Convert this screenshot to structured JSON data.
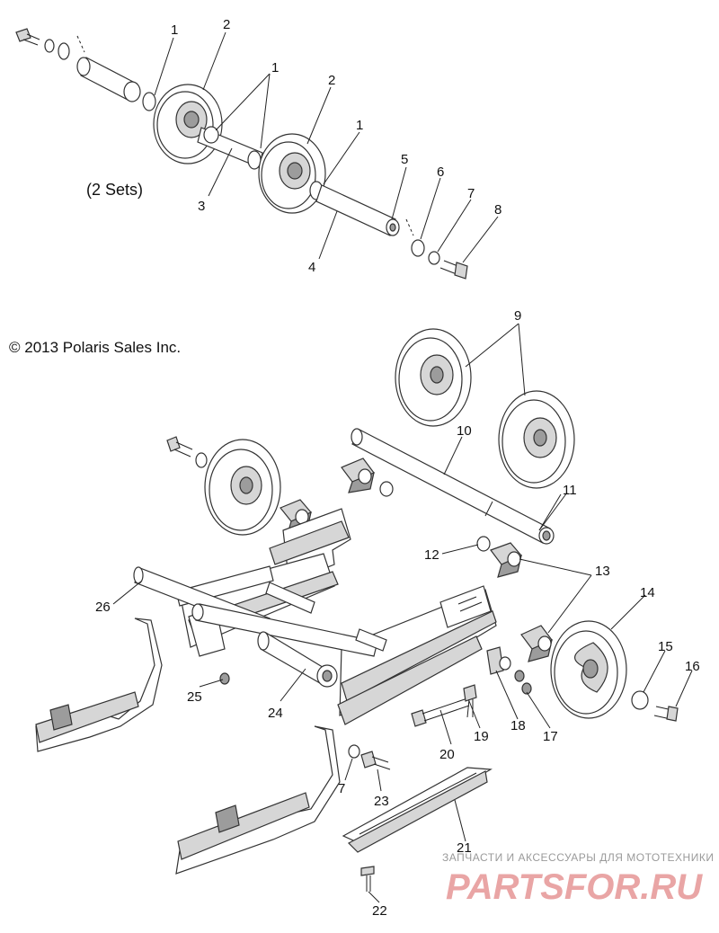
{
  "diagram": {
    "copyright": "© 2013 Polaris Sales Inc.",
    "sets_label": "(2 Sets)",
    "watermark": {
      "top_text": "ЗАПЧАСТИ И АКСЕССУАРЫ ДЛЯ МОТОТЕХНИКИ",
      "brand_text": "PARTSFOR.RU"
    },
    "part_numbers": {
      "p1a": "1",
      "p2a": "2",
      "p1b": "1",
      "p2b": "2",
      "p1c": "1",
      "p3": "3",
      "p4": "4",
      "p5": "5",
      "p6": "6",
      "p7a": "7",
      "p8": "8",
      "p9": "9",
      "p10": "10",
      "p11": "11",
      "p12": "12",
      "p13": "13",
      "p14": "14",
      "p15": "15",
      "p16": "16",
      "p17": "17",
      "p18": "18",
      "p19": "19",
      "p20": "20",
      "p21": "21",
      "p22": "22",
      "p23": "23",
      "p24": "24",
      "p25": "25",
      "p26": "26",
      "p7b": "7"
    }
  }
}
